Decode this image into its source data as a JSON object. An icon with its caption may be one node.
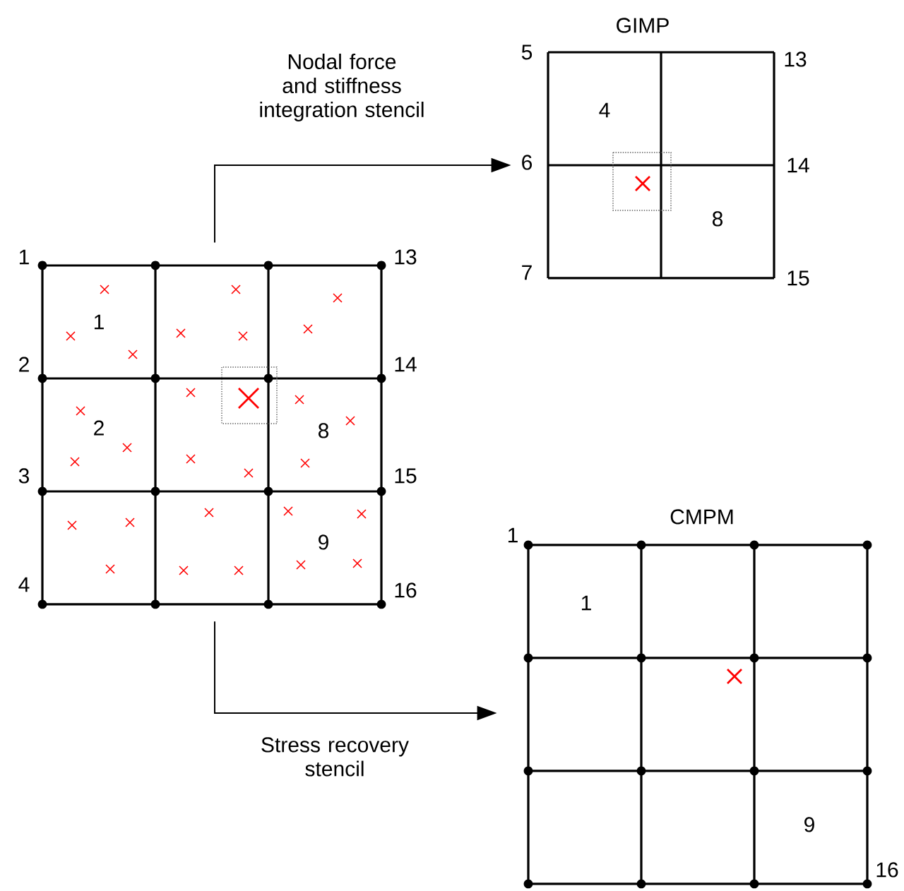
{
  "diagram": {
    "nodes": [
      {
        "text": [
          "1",
          "2",
          "8",
          "9"
        ],
        "beside": [
          "1",
          "13",
          "2",
          "14",
          "3",
          "15",
          "4",
          "16"
        ]
      },
      {
        "text": [
          "GIMP",
          "4",
          "8"
        ],
        "beside": [
          "5",
          "13",
          "6",
          "14",
          "7",
          "15"
        ]
      },
      {
        "text": [
          "CMPM",
          "1",
          "9"
        ],
        "beside": [
          "1",
          "16"
        ]
      }
    ],
    "edges": [
      {
        "from": 0,
        "to": 1,
        "arrow": "to",
        "label": "Nodal force and stiffness integration stencil"
      },
      {
        "from": 0,
        "to": 2,
        "arrow": "to",
        "label": "Stress recovery stencil"
      }
    ]
  }
}
